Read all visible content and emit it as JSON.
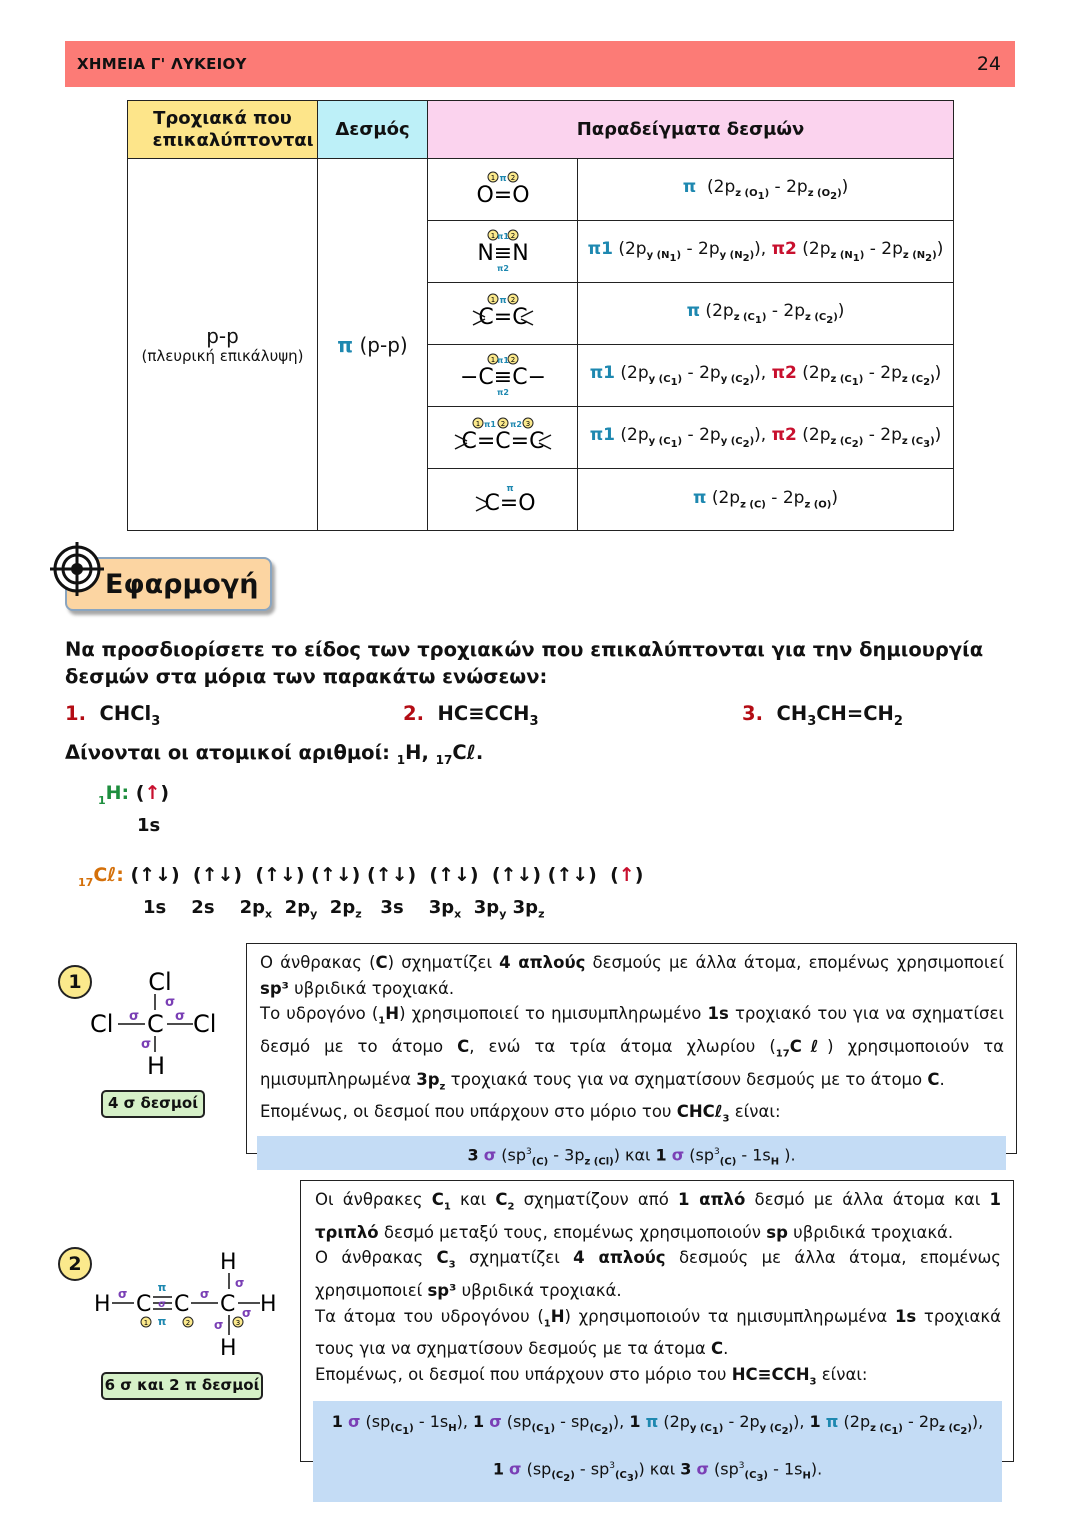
{
  "header": {
    "title": "ΧΗΜΕΙΑ Γ' ΛΥΚΕΙΟΥ",
    "page": "24"
  },
  "table": {
    "col1": "Τροχιακά που επικαλύπτονται",
    "col2": "Δεσμός",
    "col3": "Παραδείγματα δεσμών",
    "overlap": "p-p",
    "overlap_note": "(πλευρική επικάλυψη)",
    "bond": "π (p-p)",
    "rows": [
      {
        "molecule": "O=O",
        "bonds": "π (2pz(O1) - 2pz(O2))"
      },
      {
        "molecule": "N≡N",
        "bonds": "π1 (2py(N1) - 2py(N2)), π2 (2pz(N1) - 2pz(N2))"
      },
      {
        "molecule": ">C=C<",
        "bonds": "π (2pz(C1) - 2pz(C2))"
      },
      {
        "molecule": "-C≡C-",
        "bonds": "π1 (2py(C1) - 2py(C2)), π2 (2pz(C1) - 2pz(C2))"
      },
      {
        "molecule": ">C=C=C<",
        "bonds": "π1 (2py(C1) - 2py(C2)), π2 (2pz(C2) - 2pz(C3))"
      },
      {
        "molecule": ">C=O",
        "bonds": "π (2pz(C) - 2pz(O))"
      }
    ]
  },
  "application": {
    "label": "Εφαρμογή"
  },
  "question": "Να προσδιορίσετε το είδος των τροχιακών που επικαλύπτονται για την δημιουργία δεσμών στα μόρια των παρακάτω ενώσεων:",
  "compounds": [
    {
      "num": "1.",
      "formula": "CHCl3"
    },
    {
      "num": "2.",
      "formula": "HC≡CCH3"
    },
    {
      "num": "3.",
      "formula": "CH3CH=CH2"
    }
  ],
  "given": "Δίνονται οι ατομικοί αριθμοί: 1H, 17Cℓ.",
  "configs": {
    "h": {
      "label": "1H:",
      "boxes": "(↑)",
      "orbitals": "1s"
    },
    "cl": {
      "label": "17Cℓ:",
      "boxes": [
        "(↑↓)",
        "(↑↓)",
        "(↑↓)",
        "(↑↓)",
        "(↑↓)",
        "(↑↓)",
        "(↑↓)",
        "(↑↓)",
        "(↑)"
      ],
      "orbitals": [
        "1s",
        "2s",
        "2px",
        "2py",
        "2pz",
        "3s",
        "3px",
        "3py",
        "3pz"
      ]
    }
  },
  "ex1": {
    "num": "1",
    "tag": "4 σ δεσμοί",
    "text1": "Ο άνθρακας (C) σχηματίζει 4 απλούς δεσμούς με άλλα άτομα, επομένως χρησιμοποιεί sp³ υβριδικά τροχιακά.",
    "text2": "Το υδρογόνο (1H) χρησιμοποιεί το ημισυμπληρωμένο 1s τροχιακό του για να σχηματίσει δεσμό με το άτομο C, ενώ τα τρία άτομα χλωρίου (17Cℓ) χρησιμοποιούν τα ημισυμπληρωμένα 3pz τροχιακά τους για να σχηματίσουν δεσμούς με το άτομο C.",
    "text3": "Επομένως, οι δεσμοί που υπάρχουν στο μόριο του CHCℓ3 είναι:",
    "result": "3 σ (sp³(C) - 3pz(Cl)) και 1 σ (sp³(C) - 1sH)."
  },
  "ex2": {
    "num": "2",
    "tag": "6 σ και 2 π δεσμοί",
    "text1": "Οι άνθρακες C1 και C2 σχηματίζουν από 1 απλό δεσμό με άλλα άτομα και 1 τριπλό δεσμό μεταξύ τους, επομένως χρησιμοποιούν sp υβριδικά τροχιακά.",
    "text2": "Ο άνθρακας C3 σχηματίζει 4 απλούς δεσμούς με άλλα άτομα, επομένως χρησιμοποιεί sp³ υβριδικά τροχιακά.",
    "text3": "Τα άτομα του υδρογόνου (1H) χρησιμοποιούν τα ημισυμπληρωμένα 1s τροχιακά τους για να σχηματίσουν δεσμούς με τα άτομα C.",
    "text4": "Επομένως, οι δεσμοί που υπάρχουν στο μόριο του HC≡CCH3 είναι:",
    "result1": "1 σ (sp(C1) - 1sH), 1 σ (sp(C1) - sp(C2)), 1 π (2py(C1) - 2py(C2)), 1 π (2pz(C1) - 2pz(C2)),",
    "result2": "1 σ (sp(C2) - sp³(C3)) και 3 σ (sp³(C3) - 1sH)."
  },
  "colors": {
    "header": "#fc7b76",
    "pi": "#1e88b0",
    "pi2": "#c8102e",
    "sigma": "#7a3fb5",
    "highlight": "#c4dcf5"
  }
}
